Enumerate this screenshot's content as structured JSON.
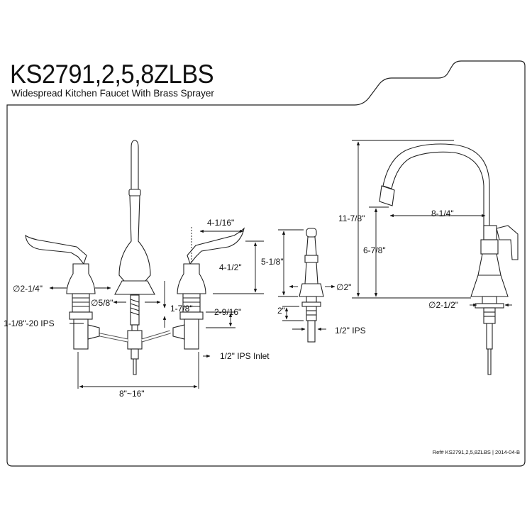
{
  "header": {
    "model": "KS2791,2,5,8ZLBS",
    "description": "Widespread Kitchen Faucet With Brass Sprayer"
  },
  "dimensions": {
    "handle_base_dia": "∅2-1/4\"",
    "supply_thread": "1-1/8\"-20 IPS",
    "spout_hole_dia": "∅5/8\"",
    "spout_shank": "1-7/8\"",
    "handle_spread": "4-1/16\"",
    "handle_height": "4-1/2\"",
    "handle_shank": "2-9/16\"",
    "inlet": "1/2\" IPS Inlet",
    "center_spread": "8\"~16\"",
    "sprayer_height": "5-1/8\"",
    "sprayer_base_dia": "∅2\"",
    "sprayer_shank": "2\"",
    "sprayer_ips": "1/2\" IPS",
    "total_height": "11-7/8\"",
    "spout_reach": "8-1/4\"",
    "spout_clearance": "6-7/8\"",
    "base_dia": "∅2-1/2\""
  },
  "footer": {
    "reference": "Ref# KS2791,2,5,8ZLBS | 2014-04-B"
  }
}
